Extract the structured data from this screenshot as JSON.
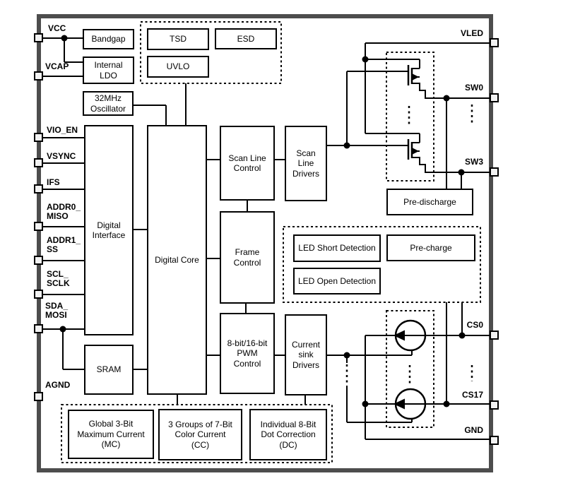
{
  "colors": {
    "background": "#ffffff",
    "line": "#000000",
    "chip_border": "#4d4d4d",
    "pad_fill": "#f2f2f2"
  },
  "blocks": {
    "bandgap": "Bandgap",
    "internal_ldo": "Internal\nLDO",
    "oscillator": "32MHz\nOscillator",
    "tsd": "TSD",
    "esd": "ESD",
    "uvlo": "UVLO",
    "digital_interface": "Digital\nInterface",
    "digital_core": "Digital Core",
    "sram": "SRAM",
    "scan_line_control": "Scan Line\nControl",
    "scan_line_drivers": "Scan\nLine\nDrivers",
    "frame_control": "Frame\nControl",
    "pwm_control": "8-bit/16-bit\nPWM\nControl",
    "current_sink_drivers": "Current\nsink\nDrivers",
    "pre_discharge": "Pre-discharge",
    "led_short_detection": "LED Short Detection",
    "pre_charge": "Pre-charge",
    "led_open_detection": "LED Open Detection",
    "max_current": "Global 3-Bit\nMaximum Current\n(MC)",
    "color_current": "3 Groups of 7-Bit\nColor Current\n(CC)",
    "dot_correction": "Individual 8-Bit\nDot Correction\n(DC)"
  },
  "pins": {
    "left": [
      {
        "label": "VCC"
      },
      {
        "label": "VCAP"
      },
      {
        "label": "VIO_EN"
      },
      {
        "label": "VSYNC"
      },
      {
        "label": "IFS"
      },
      {
        "label": "ADDR0_\nMISO"
      },
      {
        "label": "ADDR1_\nSS"
      },
      {
        "label": "SCL_\nSCLK"
      },
      {
        "label": "SDA_\nMOSI"
      },
      {
        "label": "AGND"
      }
    ],
    "right": [
      {
        "label": "VLED"
      },
      {
        "label": "SW0"
      },
      {
        "label": "SW3"
      },
      {
        "label": "CS0"
      },
      {
        "label": "CS17"
      },
      {
        "label": "GND"
      }
    ]
  }
}
